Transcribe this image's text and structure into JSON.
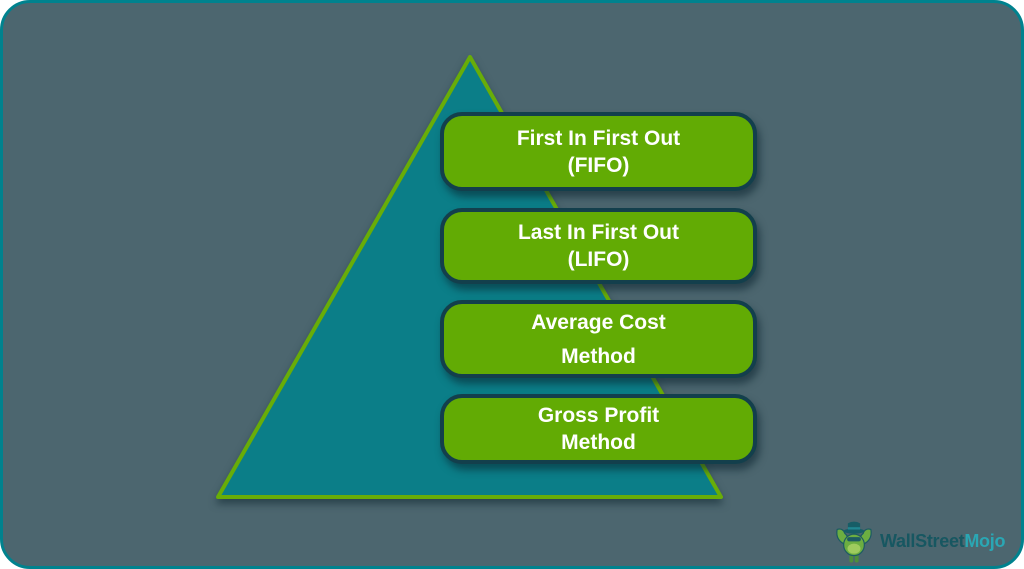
{
  "colors": {
    "card_bg": "#4c666f",
    "card_border": "#00828e",
    "pyramid_fill": "#0b7e88",
    "pyramid_stroke": "#68ad08",
    "box_fill": "#62ab04",
    "box_border": "#133f4c",
    "box_text": "#ffffff",
    "brand_primary_color": "#175761",
    "brand_secondary_color": "#2aa7b4"
  },
  "methods": [
    {
      "line1": "First In First Out",
      "line2": "(FIFO)"
    },
    {
      "line1": "Last In First Out",
      "line2": "(LIFO)"
    },
    {
      "line1": "Average Cost",
      "line2": "Method"
    },
    {
      "line1": "Gross Profit",
      "line2": "Method"
    }
  ],
  "logo": {
    "brand_primary": "WallStreet",
    "brand_secondary": "Mojo",
    "mascot": "wallstreetmojo-mascot"
  }
}
